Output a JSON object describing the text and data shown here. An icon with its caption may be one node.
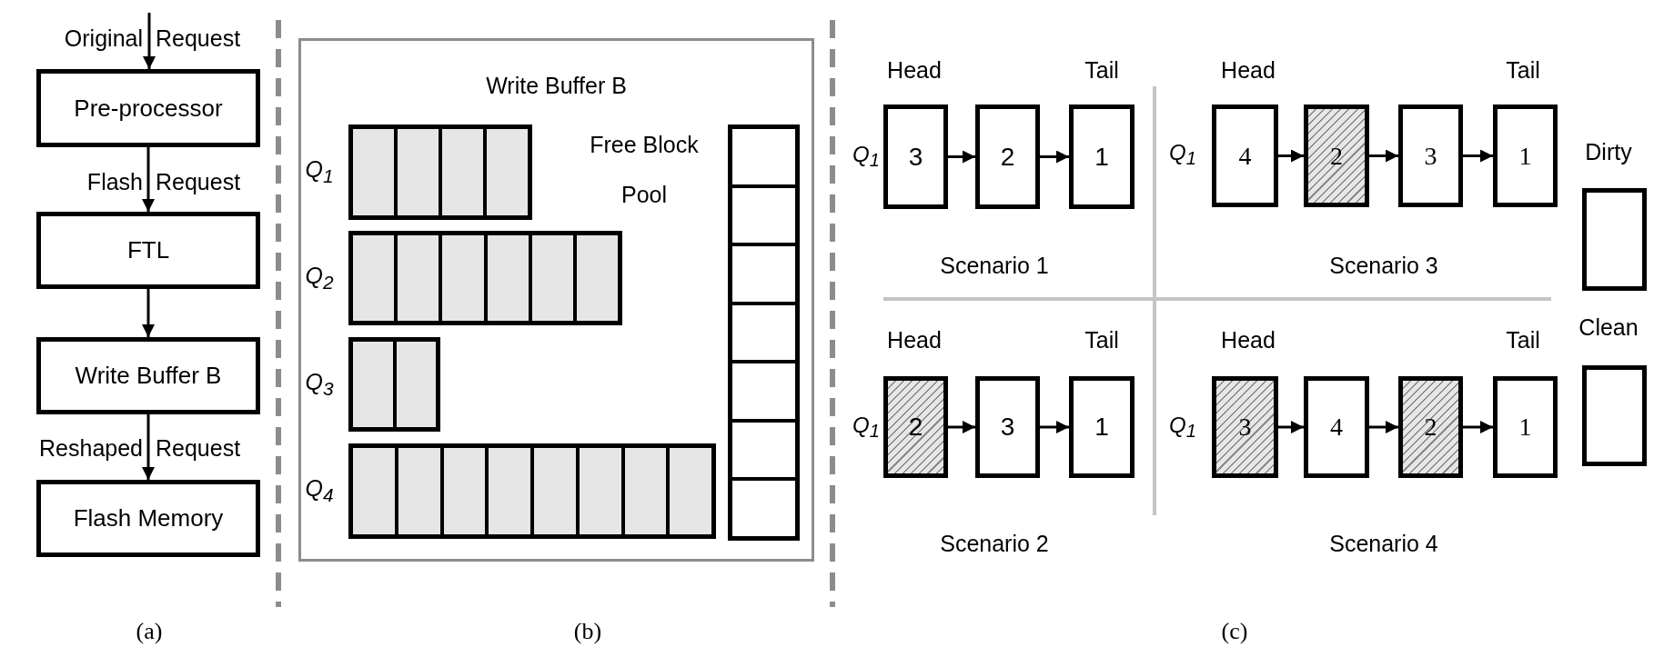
{
  "diagram": {
    "nodes": [
      {
        "text": [
          "Pre-processor"
        ]
      },
      {
        "text": [
          "FTL"
        ]
      },
      {
        "text": [
          "Write Buffer B"
        ]
      },
      {
        "text": [
          "Flash Memory"
        ]
      },
      {
        "text": [
          "Write Buffer B"
        ]
      },
      {
        "text": [],
        "shape": "box",
        "in": 4,
        "beside": [
          "Q$_{1}$"
        ]
      },
      {
        "text": [],
        "shape": "box",
        "in": 4,
        "beside": [
          "Q$_{2}$"
        ]
      },
      {
        "text": [],
        "shape": "box",
        "in": 4,
        "beside": [
          "Q$_{3}$"
        ]
      },
      {
        "text": [],
        "shape": "box",
        "in": 4,
        "beside": [
          "Q$_{4}$"
        ]
      },
      {
        "text": [],
        "shape": "box",
        "in": 4,
        "beside": [
          "Free Block Pool"
        ]
      },
      {
        "text": [
          "3"
        ]
      },
      {
        "text": [
          "2"
        ]
      },
      {
        "text": [
          "1"
        ]
      },
      {
        "text": [
          "4"
        ]
      },
      {
        "text": [
          "2"
        ]
      },
      {
        "text": [
          "3"
        ]
      },
      {
        "text": [
          "1"
        ]
      },
      {
        "text": [
          "2"
        ]
      },
      {
        "text": [
          "3"
        ]
      },
      {
        "text": [
          "1"
        ]
      },
      {
        "text": [
          "3"
        ]
      },
      {
        "text": [
          "4"
        ]
      },
      {
        "text": [
          "2"
        ]
      },
      {
        "text": [
          "1"
        ]
      }
    ],
    "edges": [
      {
        "from": null,
        "to": 0,
        "arrow": "to",
        "label": "Original Request"
      },
      {
        "from": 0,
        "to": 1,
        "arrow": "to",
        "label": "Flash Request"
      },
      {
        "from": 1,
        "to": 2,
        "arrow": "to"
      },
      {
        "from": 2,
        "to": 3,
        "arrow": "to",
        "label": "Reshaped Request"
      },
      {
        "from": 10,
        "to": 11,
        "arrow": "to"
      },
      {
        "from": 11,
        "to": 12,
        "arrow": "to"
      },
      {
        "from": 13,
        "to": 14,
        "arrow": "to"
      },
      {
        "from": 14,
        "to": 15,
        "arrow": "to"
      },
      {
        "from": 15,
        "to": 16,
        "arrow": "to"
      },
      {
        "from": 17,
        "to": 18,
        "arrow": "to"
      },
      {
        "from": 18,
        "to": 19,
        "arrow": "to"
      },
      {
        "from": 20,
        "to": 21,
        "arrow": "to"
      },
      {
        "from": 21,
        "to": 22,
        "arrow": "to"
      },
      {
        "from": 22,
        "to": 23,
        "arrow": "to"
      }
    ],
    "labels": [
      "Head",
      "Tail",
      "Q$_{1}$",
      "Scenario 1",
      "Head",
      "Tail",
      "Q$_{1}$",
      "Scenario 3",
      "Head",
      "Tail",
      "Q$_{1}$",
      "Scenario 2",
      "Head",
      "Tail",
      "Q$_{1}$",
      "Scenario 4",
      "(a)",
      "(b)",
      "(c)"
    ],
    "legend": [
      {
        "text": "Dirty"
      },
      {
        "text": "Clean"
      }
    ]
  }
}
